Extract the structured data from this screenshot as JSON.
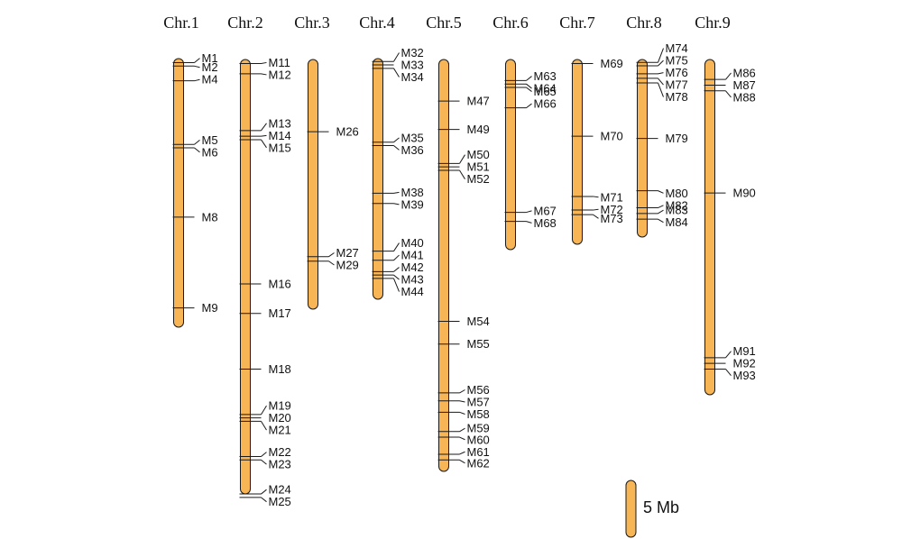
{
  "colors": {
    "chromosome_fill": "#F7B556",
    "outline": "#1a1a1a",
    "text": "#111111"
  },
  "scale": {
    "label": "5 Mb"
  },
  "chromosomes": [
    {
      "title": "Chr.1",
      "markers": [
        {
          "name": "M1",
          "pos": 0.2
        },
        {
          "name": "M2",
          "pos": 0.5
        },
        {
          "name": "M4",
          "pos": 1.8
        },
        {
          "name": "M5",
          "pos": 7.4
        },
        {
          "name": "M6",
          "pos": 7.7
        },
        {
          "name": "M8",
          "pos": 13.8
        },
        {
          "name": "M9",
          "pos": 21.8
        }
      ]
    },
    {
      "title": "Chr.2",
      "markers": [
        {
          "name": "M11",
          "pos": 0.2
        },
        {
          "name": "M12",
          "pos": 1.1
        },
        {
          "name": "M13",
          "pos": 6.1
        },
        {
          "name": "M14",
          "pos": 6.6
        },
        {
          "name": "M15",
          "pos": 6.9
        },
        {
          "name": "M16",
          "pos": 19.6
        },
        {
          "name": "M17",
          "pos": 22.2
        },
        {
          "name": "M18",
          "pos": 27.1
        },
        {
          "name": "M19",
          "pos": 31.1
        },
        {
          "name": "M20",
          "pos": 31.4
        },
        {
          "name": "M21",
          "pos": 31.7
        },
        {
          "name": "M22",
          "pos": 34.8
        },
        {
          "name": "M23",
          "pos": 35.1
        },
        {
          "name": "M24",
          "pos": 38.1
        },
        {
          "name": "M25",
          "pos": 38.4
        }
      ]
    },
    {
      "title": "Chr.3",
      "markers": [
        {
          "name": "M26",
          "pos": 6.2
        },
        {
          "name": "M27",
          "pos": 17.2
        },
        {
          "name": "M29",
          "pos": 17.6
        }
      ]
    },
    {
      "title": "Chr.4",
      "markers": [
        {
          "name": "M32",
          "pos": 0.1
        },
        {
          "name": "M33",
          "pos": 0.4
        },
        {
          "name": "M34",
          "pos": 0.7
        },
        {
          "name": "M35",
          "pos": 7.2
        },
        {
          "name": "M36",
          "pos": 7.5
        },
        {
          "name": "M38",
          "pos": 11.7
        },
        {
          "name": "M39",
          "pos": 12.6
        },
        {
          "name": "M40",
          "pos": 16.8
        },
        {
          "name": "M41",
          "pos": 17.6
        },
        {
          "name": "M42",
          "pos": 18.6
        },
        {
          "name": "M43",
          "pos": 18.9
        },
        {
          "name": "M44",
          "pos": 19.2
        }
      ]
    },
    {
      "title": "Chr.5",
      "markers": [
        {
          "name": "M47",
          "pos": 3.5
        },
        {
          "name": "M49",
          "pos": 6.0
        },
        {
          "name": "M50",
          "pos": 9.0
        },
        {
          "name": "M51",
          "pos": 9.3
        },
        {
          "name": "M52",
          "pos": 9.6
        },
        {
          "name": "M54",
          "pos": 22.9
        },
        {
          "name": "M55",
          "pos": 24.9
        },
        {
          "name": "M56",
          "pos": 29.2
        },
        {
          "name": "M57",
          "pos": 29.9
        },
        {
          "name": "M58",
          "pos": 30.9
        },
        {
          "name": "M59",
          "pos": 32.6
        },
        {
          "name": "M60",
          "pos": 33.1
        },
        {
          "name": "M61",
          "pos": 34.6
        },
        {
          "name": "M62",
          "pos": 35.1
        }
      ]
    },
    {
      "title": "Chr.6",
      "markers": [
        {
          "name": "M63",
          "pos": 1.7
        },
        {
          "name": "M64",
          "pos": 2.0
        },
        {
          "name": "M65",
          "pos": 2.3
        },
        {
          "name": "M66",
          "pos": 4.1
        },
        {
          "name": "M67",
          "pos": 13.3
        },
        {
          "name": "M68",
          "pos": 14.1
        }
      ]
    },
    {
      "title": "Chr.7",
      "markers": [
        {
          "name": "M69",
          "pos": 0.2
        },
        {
          "name": "M70",
          "pos": 6.6
        },
        {
          "name": "M71",
          "pos": 11.9
        },
        {
          "name": "M72",
          "pos": 13.1
        },
        {
          "name": "M73",
          "pos": 13.5
        }
      ]
    },
    {
      "title": "Chr.8",
      "markers": [
        {
          "name": "M74",
          "pos": 0.1
        },
        {
          "name": "M75",
          "pos": 0.4
        },
        {
          "name": "M76",
          "pos": 1.1
        },
        {
          "name": "M77",
          "pos": 1.5
        },
        {
          "name": "M78",
          "pos": 1.9
        },
        {
          "name": "M79",
          "pos": 6.8
        },
        {
          "name": "M80",
          "pos": 11.4
        },
        {
          "name": "M82",
          "pos": 12.9
        },
        {
          "name": "M83",
          "pos": 13.4
        },
        {
          "name": "M84",
          "pos": 13.9
        }
      ]
    },
    {
      "title": "Chr.9",
      "markers": [
        {
          "name": "M86",
          "pos": 1.6
        },
        {
          "name": "M87",
          "pos": 2.1
        },
        {
          "name": "M88",
          "pos": 2.6
        },
        {
          "name": "M90",
          "pos": 11.6
        },
        {
          "name": "M91",
          "pos": 26.1
        },
        {
          "name": "M92",
          "pos": 26.6
        },
        {
          "name": "M93",
          "pos": 27.1
        }
      ]
    }
  ]
}
